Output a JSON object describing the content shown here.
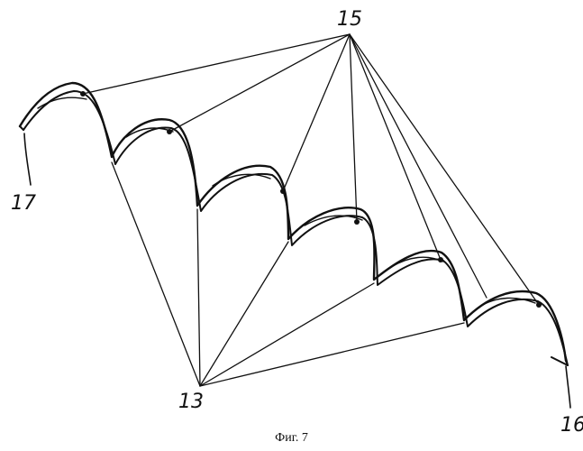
{
  "labels": {
    "top": "15",
    "bottom": "13",
    "left": "17",
    "right": "16"
  },
  "caption": "Фиг. 7"
}
